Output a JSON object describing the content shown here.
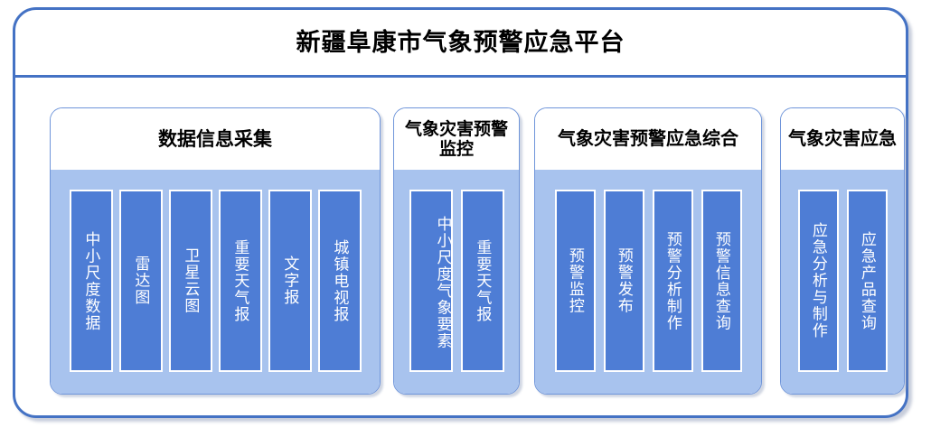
{
  "platform": {
    "title": "新疆阜康市气象预警应急平台",
    "accent_color": "#4472C4",
    "panel_fill_color": "#A8C3EE",
    "leaf_fill_color": "#4E7DD5",
    "leaf_text_color": "#FFFFFF"
  },
  "groups": [
    {
      "id": "group-1",
      "title": "数据信息采集",
      "items": [
        {
          "label": "中小尺度数据"
        },
        {
          "label": "雷达图"
        },
        {
          "label": "卫星云图"
        },
        {
          "label": "重要天气报"
        },
        {
          "label": "文字报"
        },
        {
          "label": "城镇电视报"
        }
      ]
    },
    {
      "id": "group-2",
      "title": "气象灾害预警监控",
      "items": [
        {
          "label": "中小尺度气象要素"
        },
        {
          "label": "重要天气报"
        }
      ]
    },
    {
      "id": "group-3",
      "title": "气象灾害预警应急综合",
      "items": [
        {
          "label": "预警监控"
        },
        {
          "label": "预警发布"
        },
        {
          "label": "预警分析制作"
        },
        {
          "label": "预警信息查询"
        }
      ]
    },
    {
      "id": "group-4",
      "title": "气象灾害应急",
      "items": [
        {
          "label": "应急分析与制作"
        },
        {
          "label": "应急产品查询"
        }
      ]
    }
  ]
}
